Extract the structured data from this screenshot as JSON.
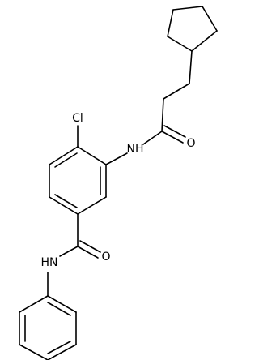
{
  "structure": {
    "atom_labels": {
      "chlorine": "Cl",
      "amide_nh_upper": "NH",
      "carbonyl_o_upper": "O",
      "carbonyl_o_lower": "O",
      "amide_nh_lower": "HN"
    },
    "colors": {
      "bond": "#000000",
      "label": "#000000",
      "background": "#ffffff"
    }
  }
}
